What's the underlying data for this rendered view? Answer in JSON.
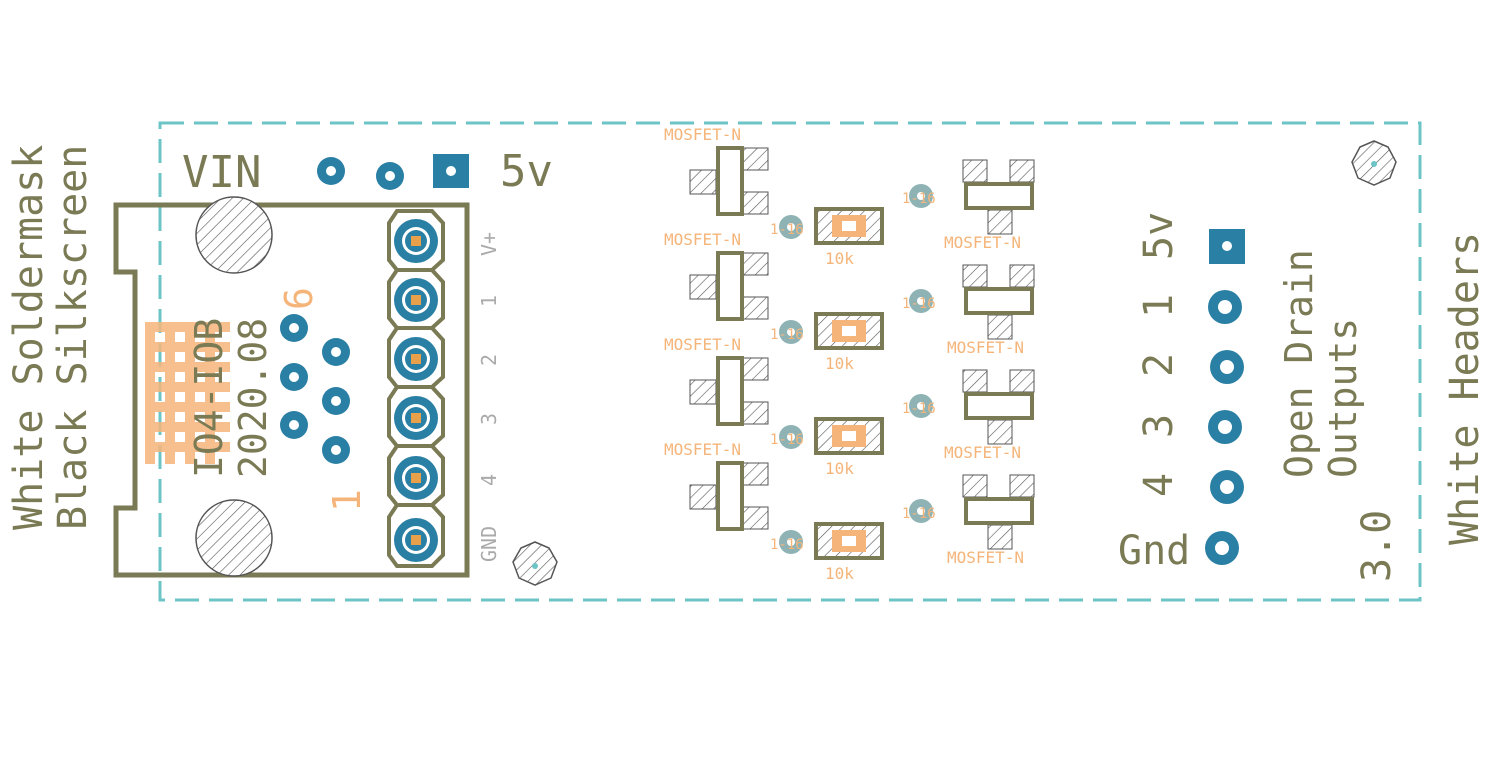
{
  "colors": {
    "background": "#ffffff",
    "silkscreen": "#7a7a55",
    "board_outline": "#6cc4c6",
    "copper_pad": "#2a7fa4",
    "drill": "#e8a04a",
    "tplace": "#f5b57a",
    "hatch": "#555555",
    "via": "#8fb3b5"
  },
  "labels": {
    "vin": "VIN",
    "five_v_top": "5v",
    "five_v_right": "5v",
    "gnd_right": "Gnd",
    "output_numbers": [
      "1",
      "2",
      "3",
      "4"
    ],
    "connector_pins": [
      "V+",
      "1",
      "2",
      "3",
      "4",
      "GND"
    ],
    "board_name": "IO4-IOB",
    "board_date": "2020.08",
    "rj_pin_one": "1",
    "rj_pin_six": "6",
    "open_drain": "Open Drain",
    "outputs": "Outputs",
    "version": "3.0",
    "left_note_1": "White Soldermask",
    "left_note_2": "Black Silkscreen",
    "right_note": "White Headers",
    "mosfet": "MOSFET-N",
    "resistor": "10k",
    "via_label": "1-16"
  }
}
